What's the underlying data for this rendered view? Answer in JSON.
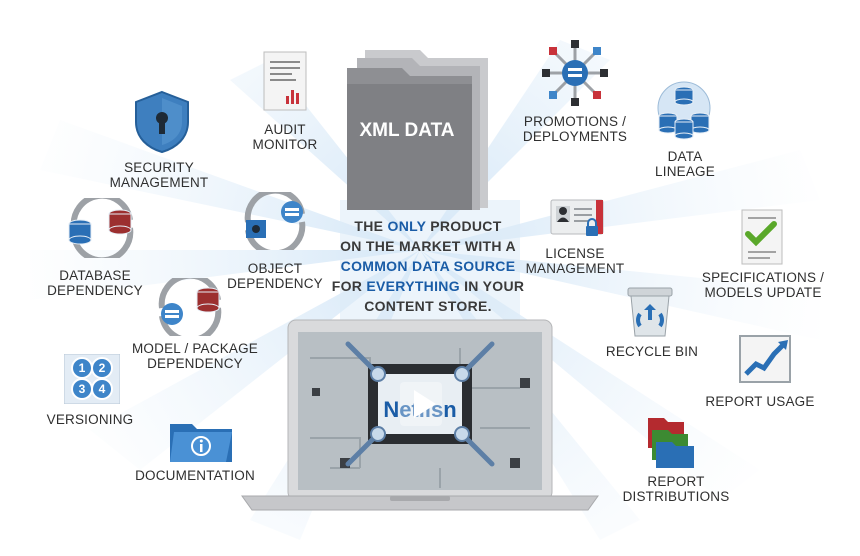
{
  "folder": {
    "label": "XML DATA"
  },
  "center": {
    "l1a": "THE ",
    "l1b": "ONLY",
    "l1c": " PRODUCT",
    "l2": "ON THE MARKET WITH A",
    "l3": "COMMON DATA SOURCE",
    "l4a": "FOR ",
    "l4b": "EVERYTHING",
    "l4c": " IN YOUR",
    "l5": "CONTENT STORE."
  },
  "items": [
    {
      "id": "security",
      "l1": "SECURITY",
      "l2": "MANAGEMENT",
      "icon": "shield-keyhole-icon"
    },
    {
      "id": "audit",
      "l1": "AUDIT",
      "l2": "MONITOR",
      "icon": "report-document-icon"
    },
    {
      "id": "database",
      "l1": "DATABASE",
      "l2": "DEPENDENCY",
      "icon": "database-cycle-icon"
    },
    {
      "id": "object",
      "l1": "OBJECT",
      "l2": "DEPENDENCY",
      "icon": "object-cycle-icon"
    },
    {
      "id": "model",
      "l1": "MODEL / PACKAGE",
      "l2": "DEPENDENCY",
      "icon": "database-cycle-icon"
    },
    {
      "id": "versioning",
      "l1": "VERSIONING",
      "icon": "numbered-tiles-icon"
    },
    {
      "id": "documentation",
      "l1": "DOCUMENTATION",
      "icon": "info-folder-icon"
    },
    {
      "id": "promotions",
      "l1": "PROMOTIONS /",
      "l2": "DEPLOYMENTS",
      "icon": "network-hub-icon"
    },
    {
      "id": "lineage",
      "l1": "DATA",
      "l2": "LINEAGE",
      "icon": "database-stack-icon"
    },
    {
      "id": "license",
      "l1": "LICENSE",
      "l2": "MANAGEMENT",
      "icon": "id-card-lock-icon"
    },
    {
      "id": "specs",
      "l1": "SPECIFICATIONS /",
      "l2": "MODELS UPDATE",
      "icon": "checklist-icon"
    },
    {
      "id": "recycle",
      "l1": "RECYCLE BIN",
      "icon": "recycle-bin-icon"
    },
    {
      "id": "report_usage",
      "l1": "REPORT USAGE",
      "icon": "line-chart-icon"
    },
    {
      "id": "report_dist",
      "l1": "REPORT",
      "l2": "DISTRIBUTIONS",
      "icon": "stacked-folders-icon"
    }
  ],
  "video": {
    "logo": "Netlisn"
  },
  "colors": {
    "accent": "#1a5ca6",
    "folder": "#8e8f93",
    "icon_blue": "#2a6fb5",
    "green": "#5aa82a",
    "red": "#c8323a"
  }
}
